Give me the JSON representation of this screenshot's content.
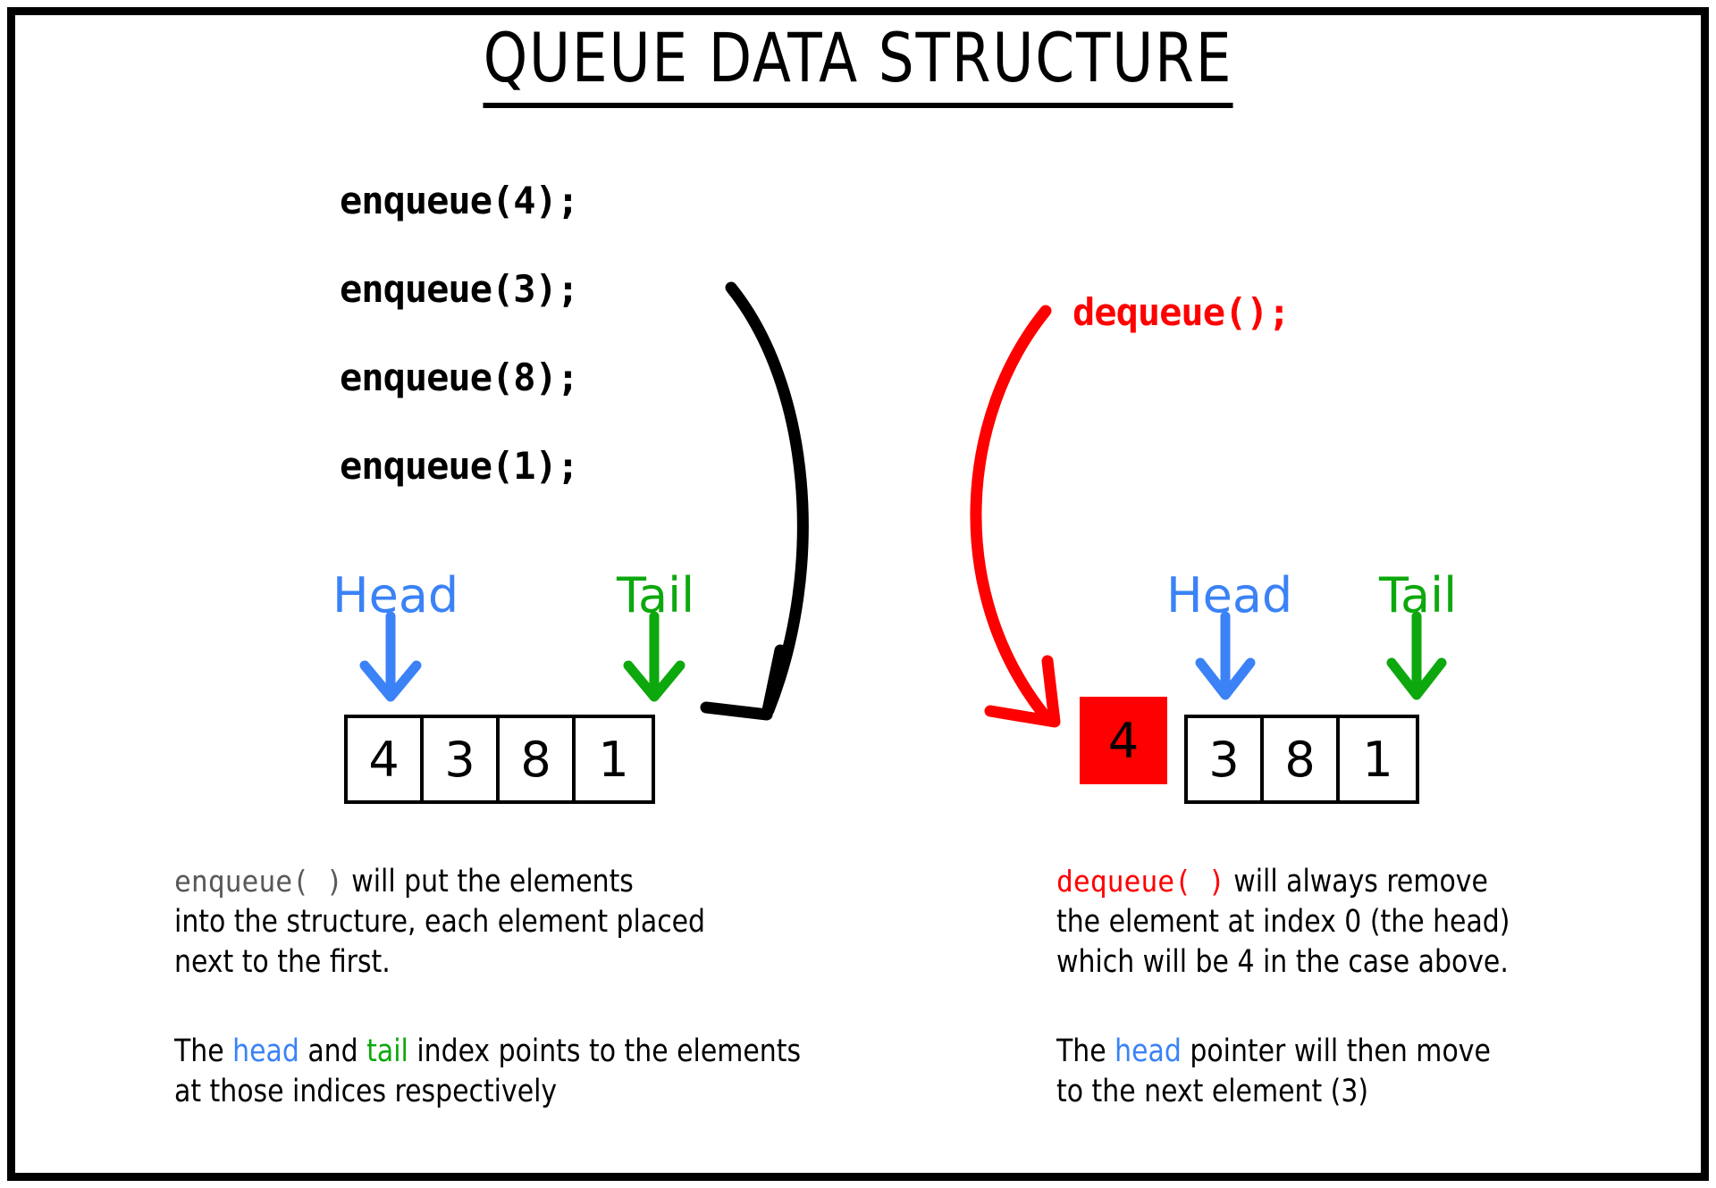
{
  "page": {
    "title": "QUEUE DATA STRUCTURE",
    "background": "#FFFFFF",
    "border_color": "#000000"
  },
  "colors": {
    "head": "#3B82F6",
    "tail": "#0DA80D",
    "dequeue": "#FF0000",
    "enqueue_mono": "#595959",
    "outline": "#000000"
  },
  "left_panel": {
    "code_lines": [
      "enqueue(4);",
      "enqueue(3);",
      "enqueue(8);",
      "enqueue(1);"
    ],
    "head_label": "Head",
    "tail_label": "Tail",
    "queue_values": [
      "4",
      "3",
      "8",
      "1"
    ],
    "caption_1_code": "enqueue( )",
    "caption_1_text": "  will put the elements\ninto the structure, each element placed\nnext to the first.",
    "caption_2_prefix": "The ",
    "caption_2_head": "head",
    "caption_2_mid": " and ",
    "caption_2_tail": "tail",
    "caption_2_suffix": " index points to the elements\nat those indices respectively"
  },
  "right_panel": {
    "dequeue_call": "dequeue();",
    "head_label": "Head",
    "tail_label": "Tail",
    "removed_value": "4",
    "queue_values": [
      "3",
      "8",
      "1"
    ],
    "caption_1_code": "dequeue( )",
    "caption_1_text": " will always remove\nthe element at index 0 (the head)\nwhich will be 4 in the case above.",
    "caption_2_prefix": "The ",
    "caption_2_head": "head",
    "caption_2_suffix": " pointer will then move\nto the next element (3)"
  },
  "icons": {
    "head_arrow": "arrow-down-icon",
    "tail_arrow": "arrow-down-icon",
    "enqueue_flow": "curved-arrow-icon",
    "dequeue_flow": "curved-arrow-icon"
  }
}
